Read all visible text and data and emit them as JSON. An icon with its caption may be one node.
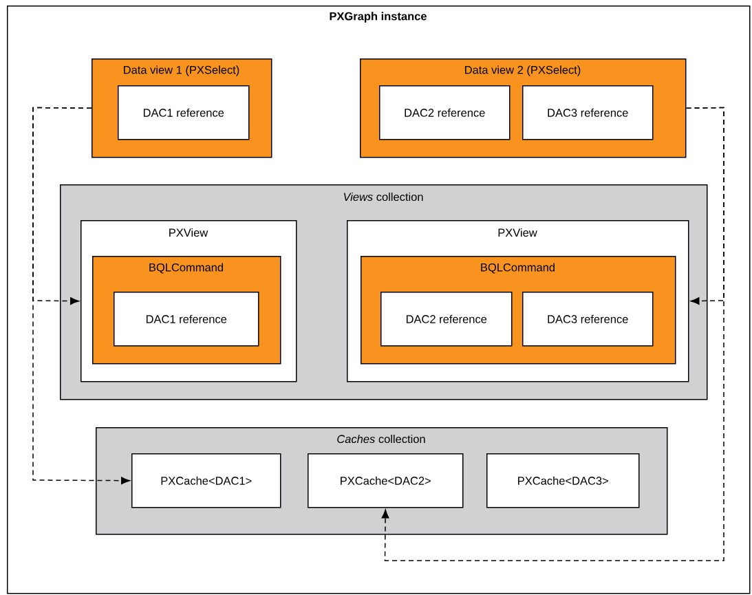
{
  "diagram": {
    "nodes": [
      {
        "text": [
          "PXGraph instance"
        ]
      },
      {
        "text": [
          "Data view 1 (PXSelect)"
        ],
        "in": 0
      },
      {
        "text": [
          "DAC1 reference"
        ],
        "in": 1
      },
      {
        "text": [
          "Data view 2 (PXSelect)"
        ],
        "in": 0
      },
      {
        "text": [
          "DAC2 reference"
        ],
        "in": 3
      },
      {
        "text": [
          "DAC3 reference"
        ],
        "in": 3
      },
      {
        "text": [
          "*Views* collection"
        ],
        "in": 0
      },
      {
        "text": [
          "PXView"
        ],
        "in": 6
      },
      {
        "text": [
          "BQLCommand"
        ],
        "in": 7
      },
      {
        "text": [
          "DAC1 reference"
        ],
        "in": 8
      },
      {
        "text": [
          "PXView"
        ],
        "in": 6
      },
      {
        "text": [
          "BQLCommand"
        ],
        "in": 10
      },
      {
        "text": [
          "DAC2 reference"
        ],
        "in": 11
      },
      {
        "text": [
          "DAC3 reference"
        ],
        "in": 11
      },
      {
        "text": [
          "*Caches* collection"
        ],
        "in": 0
      },
      {
        "text": [
          "PXCache<DAC1>"
        ],
        "in": 14
      },
      {
        "text": [
          "PXCache<DAC2>"
        ],
        "in": 14
      },
      {
        "text": [
          "PXCache<DAC3>"
        ],
        "in": 14
      }
    ],
    "edges": [
      {
        "from": 1,
        "to": 7,
        "arrow": "to",
        "style": "dashed"
      },
      {
        "from": 1,
        "to": 15,
        "arrow": "to",
        "style": "dashed"
      },
      {
        "from": 3,
        "to": 10,
        "arrow": "to",
        "style": "dashed"
      },
      {
        "from": 3,
        "to": 16,
        "arrow": "to",
        "style": "dashed"
      }
    ]
  }
}
